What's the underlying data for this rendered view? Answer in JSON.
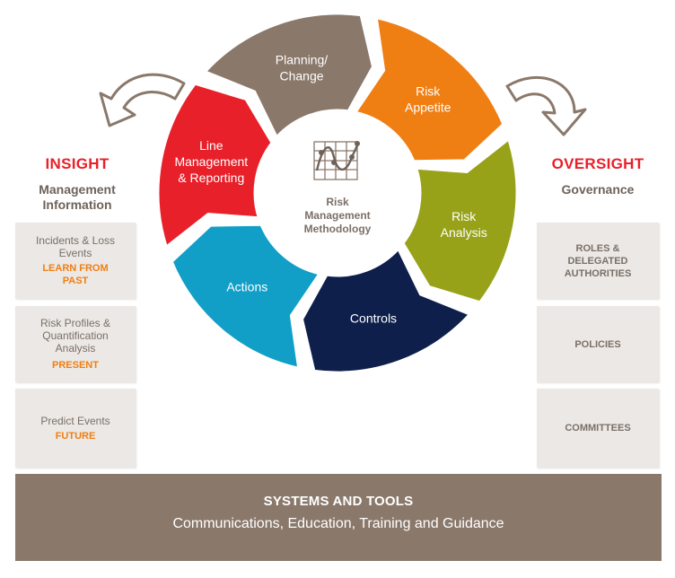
{
  "insight": {
    "title": "INSIGHT",
    "subtitle_line1": "Management",
    "subtitle_line2": "Information",
    "boxes": [
      {
        "line1": "Incidents & Loss",
        "line2": "Events",
        "tag_line1": "LEARN FROM",
        "tag_line2": "PAST"
      },
      {
        "line1": "Risk Profiles &",
        "line2": "Quantification",
        "line3": "Analysis",
        "tag_line1": "PRESENT"
      },
      {
        "line1": "Predict Events",
        "tag_line1": "FUTURE"
      }
    ]
  },
  "oversight": {
    "title": "OVERSIGHT",
    "subtitle": "Governance",
    "boxes": [
      {
        "line1": "ROLES &",
        "line2": "DELEGATED",
        "line3": "AUTHORITIES"
      },
      {
        "line1": "POLICIES"
      },
      {
        "line1": "COMMITTEES"
      }
    ]
  },
  "cycle": {
    "center": {
      "line1": "Risk",
      "line2": "Management",
      "line3": "Methodology",
      "icon": "chart-graph-icon"
    },
    "segments": [
      {
        "line1": "Planning/",
        "line2": "Change",
        "color": "#8a786b"
      },
      {
        "line1": "Risk",
        "line2": "Appetite",
        "color": "#f07f13"
      },
      {
        "line1": "Risk",
        "line2": "Analysis",
        "color": "#97a218"
      },
      {
        "line1": "Controls",
        "color": "#0f1f4c"
      },
      {
        "line1": "Actions",
        "color": "#119fc8"
      },
      {
        "line1": "Line",
        "line2": "Management",
        "line3": "& Reporting",
        "color": "#e8202a"
      }
    ]
  },
  "footer": {
    "title": "SYSTEMS AND TOOLS",
    "subtitle": "Communications, Education, Training and Guidance"
  },
  "colors": {
    "accent_red": "#e8202a",
    "accent_orange": "#f07f13",
    "taupe": "#8a786b",
    "box_bg": "#ebe8e5"
  }
}
